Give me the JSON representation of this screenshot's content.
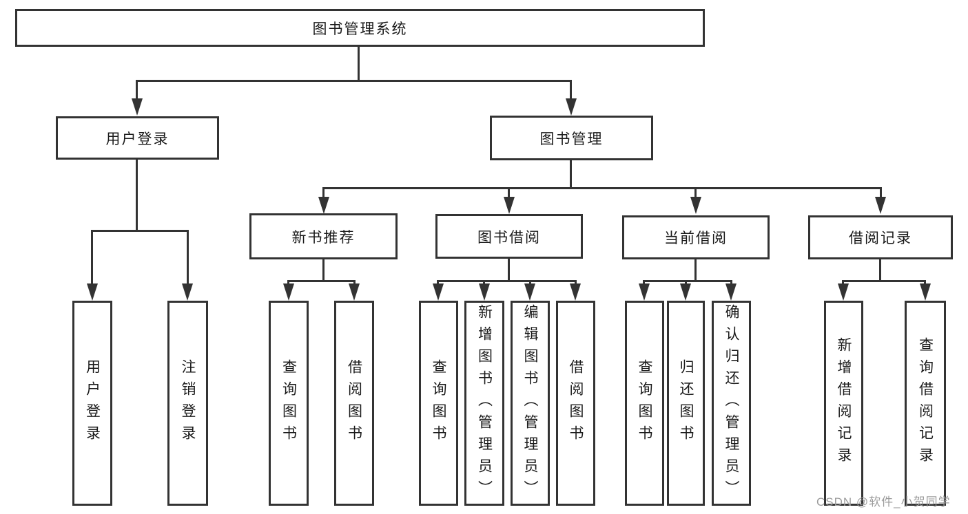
{
  "diagram": {
    "root": {
      "label": "图书管理系统"
    },
    "level2": [
      {
        "label": "用户登录"
      },
      {
        "label": "图书管理"
      }
    ],
    "level3": [
      {
        "label": "新书推荐"
      },
      {
        "label": "图书借阅"
      },
      {
        "label": "当前借阅"
      },
      {
        "label": "借阅记录"
      }
    ],
    "leaves": [
      {
        "label": "用户登录"
      },
      {
        "label": "注销登录"
      },
      {
        "label": "查询图书"
      },
      {
        "label": "借阅图书"
      },
      {
        "label": "查询图书"
      },
      {
        "label": "新增图书（管理员）"
      },
      {
        "label": "编辑图书（管理员）"
      },
      {
        "label": "借阅图书"
      },
      {
        "label": "查询图书"
      },
      {
        "label": "归还图书"
      },
      {
        "label": "确认归还（管理员）"
      },
      {
        "label": "新增借阅记录"
      },
      {
        "label": "查询借阅记录"
      }
    ],
    "colors": {
      "line": "#333333",
      "text": "#1a1a1a",
      "watermark": "#9c9c9c",
      "background": "#ffffff"
    }
  },
  "watermark": {
    "text": "CSDN @软件_小贺同学"
  }
}
